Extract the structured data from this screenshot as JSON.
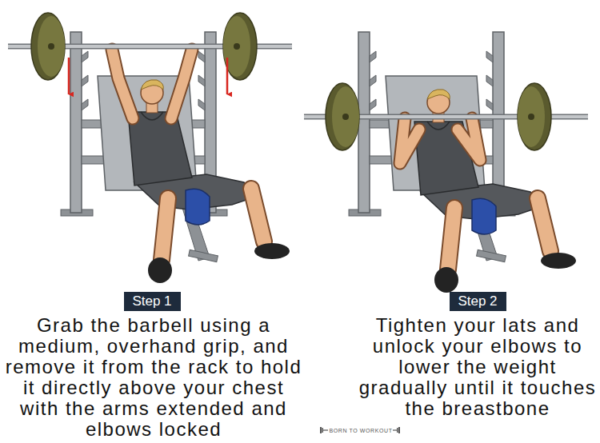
{
  "diagram": {
    "nodes": [
      {
        "text": [
          "Step 1"
        ]
      },
      {
        "text": [
          "Step 2"
        ]
      }
    ],
    "labels": [
      "Grab the barbell using a medium, overhand grip, and remove it from the rack to hold it directly above your chest with the arms extended and elbows locked",
      "Tighten your lats and unlock your elbows to lower the weight gradually until it touches the breastbone",
      "BORN TO WORKOUT"
    ]
  }
}
